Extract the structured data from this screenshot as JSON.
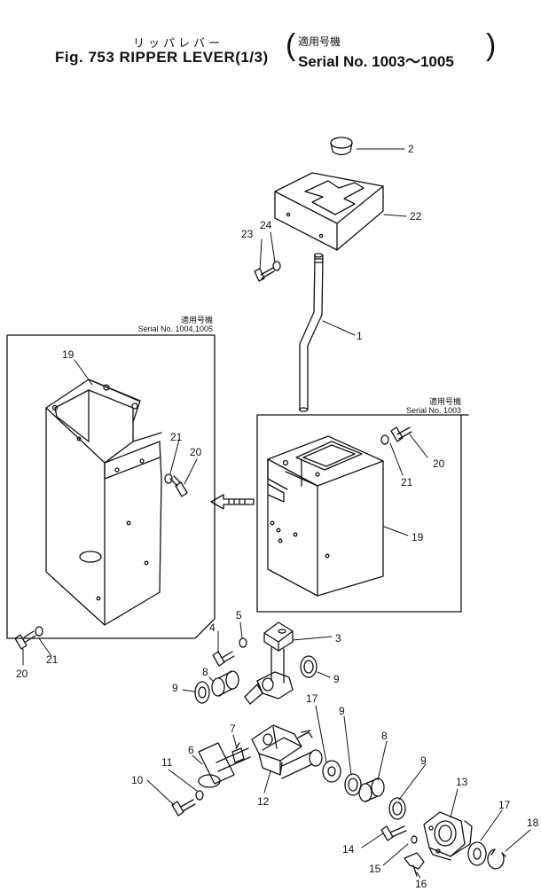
{
  "title": {
    "japanese": "リッパレバー",
    "main": "Fig. 753 RIPPER LEVER(1/3)",
    "serial_japanese": "適用号機",
    "serial": "Serial No. 1003～1005"
  },
  "panels": {
    "left": {
      "japanese": "適用号機",
      "serial": "Serial No. 1004,1005"
    },
    "right": {
      "japanese": "適用号機",
      "serial": "Serial No. 1003"
    }
  },
  "callouts": {
    "c1": "1",
    "c2": "2",
    "c3": "3",
    "c4": "4",
    "c5": "5",
    "c6": "6",
    "c7": "7",
    "c8a": "8",
    "c8b": "8",
    "c9a": "9",
    "c9b": "9",
    "c9c": "9",
    "c9d": "9",
    "c10": "10",
    "c11": "11",
    "c12": "12",
    "c13": "13",
    "c14": "14",
    "c15": "15",
    "c16": "16",
    "c17a": "17",
    "c17b": "17",
    "c18": "18",
    "c19a": "19",
    "c19b": "19",
    "c20a": "20",
    "c20b": "20",
    "c20c": "20",
    "c21a": "21",
    "c21b": "21",
    "c21c": "21",
    "c22": "22",
    "c23": "23",
    "c24": "24"
  },
  "colors": {
    "line": "#111111",
    "background": "#ffffff"
  }
}
